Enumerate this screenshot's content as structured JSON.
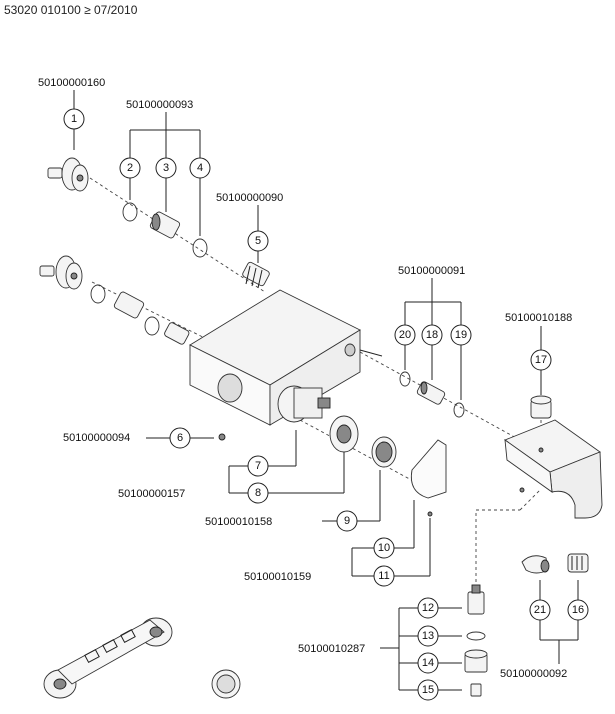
{
  "header": {
    "title": "53020 010100 ≥ 07/2010"
  },
  "part_numbers": [
    {
      "id": "pn-1",
      "text": "50100000160"
    },
    {
      "id": "pn-2-4",
      "text": "50100000093"
    },
    {
      "id": "pn-5",
      "text": "50100000090"
    },
    {
      "id": "pn-20-19",
      "text": "50100000091"
    },
    {
      "id": "pn-17",
      "text": "50100010188"
    },
    {
      "id": "pn-6",
      "text": "50100000094"
    },
    {
      "id": "pn-7-8",
      "text": "50100000157"
    },
    {
      "id": "pn-9",
      "text": "50100010158"
    },
    {
      "id": "pn-10-11",
      "text": "50100010159"
    },
    {
      "id": "pn-12-15",
      "text": "50100010287"
    },
    {
      "id": "pn-21-16",
      "text": "50100000092"
    }
  ],
  "callouts": [
    "1",
    "2",
    "3",
    "4",
    "5",
    "6",
    "7",
    "8",
    "9",
    "10",
    "11",
    "12",
    "13",
    "14",
    "15",
    "16",
    "17",
    "18",
    "19",
    "20",
    "21"
  ]
}
